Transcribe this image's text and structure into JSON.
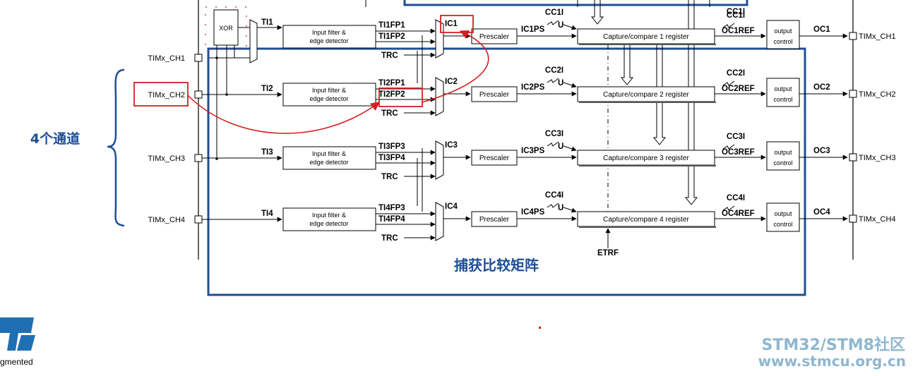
{
  "side_label": "4个通道",
  "matrix_label": "捕获比较矩阵",
  "xor_label": "XOR",
  "inputs": [
    {
      "pin": "TIMx_CH1",
      "ti": "TI1",
      "filter": [
        "Input filter &",
        "edge detector"
      ],
      "fp_a": "TI1FP1",
      "fp_b": "TI1FP2",
      "trc": "TRC",
      "ic": "IC1",
      "prescaler": "Prescaler",
      "icps": "IC1PS",
      "cci": "CC1I",
      "u": "U",
      "register": "Capture/compare 1 register",
      "ocref": "OC1REF",
      "output_ctrl": [
        "output",
        "control"
      ],
      "oc": "OC1",
      "out_pin": "TIMx_CH1"
    },
    {
      "pin": "TIMx_CH2",
      "ti": "TI2",
      "filter": [
        "Input filter &",
        "edge detector"
      ],
      "fp_a": "TI2FP1",
      "fp_b": "TI2FP2",
      "trc": "TRC",
      "ic": "IC2",
      "prescaler": "Prescaler",
      "icps": "IC2PS",
      "cci": "CC2I",
      "u": "U",
      "register": "Capture/compare 2 register",
      "ocref": "OC2REF",
      "output_ctrl": [
        "output",
        "control"
      ],
      "oc": "OC2",
      "out_pin": "TIMx_CH2"
    },
    {
      "pin": "TIMx_CH3",
      "ti": "TI3",
      "filter": [
        "Input filter &",
        "edge detector"
      ],
      "fp_a": "TI3FP3",
      "fp_b": "TI3FP4",
      "trc": "TRC",
      "ic": "IC3",
      "prescaler": "Prescaler",
      "icps": "IC3PS",
      "cci": "CC3I",
      "u": "U",
      "register": "Capture/compare 3 register",
      "ocref": "OC3REF",
      "output_ctrl": [
        "output",
        "control"
      ],
      "oc": "OC3",
      "out_pin": "TIMx_CH3"
    },
    {
      "pin": "TIMx_CH4",
      "ti": "TI4",
      "filter": [
        "Input filter &",
        "edge detector"
      ],
      "fp_a": "TI4FP3",
      "fp_b": "TI4FP4",
      "trc": "TRC",
      "ic": "IC4",
      "prescaler": "Prescaler",
      "icps": "IC4PS",
      "cci": "CC4I",
      "u": "U",
      "register": "Capture/compare 4 register",
      "ocref": "OC4REF",
      "output_ctrl": [
        "output",
        "control"
      ],
      "oc": "OC4",
      "out_pin": "TIMx_CH4"
    }
  ],
  "top_cci": "CC1I",
  "etrf": "ETRF",
  "logo_text": "gmented",
  "watermark_line1": "STM32/STM8社区",
  "watermark_line2": "www.stmcu.org.cn",
  "colors": {
    "frame_blue": "#1f4e96",
    "highlight_red": "#d42020",
    "watermark": "#8fb7cf"
  }
}
